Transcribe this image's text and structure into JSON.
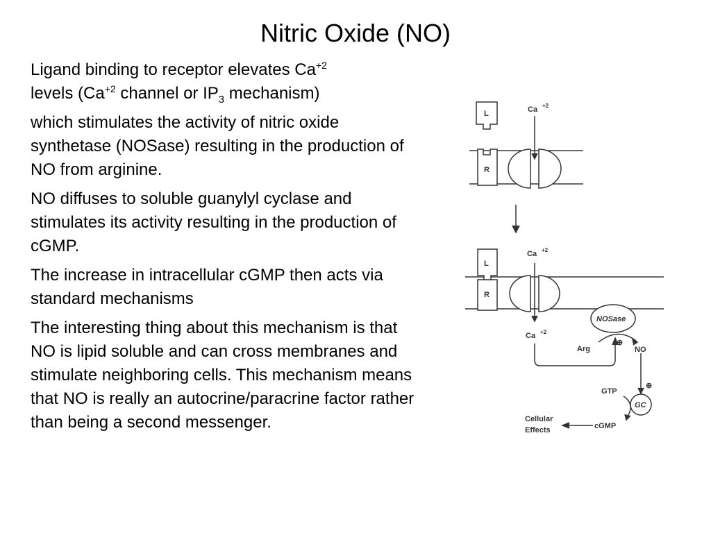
{
  "title": "Nitric Oxide (NO)",
  "paragraphs": {
    "p1": {
      "a": "Ligand binding to receptor elevates Ca",
      "sup1": "+2",
      "b": "levels (Ca",
      "sup2": "+2",
      "c": " channel or IP",
      "sub": "3",
      "d": " mechanism)"
    },
    "p2": "which stimulates the activity of nitric oxide synthetase (NOSase) resulting in the production of NO from arginine.",
    "p3": "NO diffuses to soluble guanylyl cyclase and stimulates its activity resulting in the production of cGMP.",
    "p4": "The increase in intracellular cGMP then acts via standard mechanisms",
    "p5": "The interesting thing about this mechanism is that NO is lipid soluble and can cross membranes and stimulate neighboring cells.  This mechanism means that NO is really an autocrine/paracrine factor rather than being a second messenger."
  },
  "diagram": {
    "ligand": "L",
    "receptor": "R",
    "ca": "Ca",
    "ca_charge": "+2",
    "nosase": "NOSase",
    "arg": "Arg",
    "no": "NO",
    "gtp": "GTP",
    "gc": "GC",
    "cgmp": "cGMP",
    "effects_line1": "Cellular",
    "effects_line2": "Effects",
    "plus": "⊕"
  }
}
